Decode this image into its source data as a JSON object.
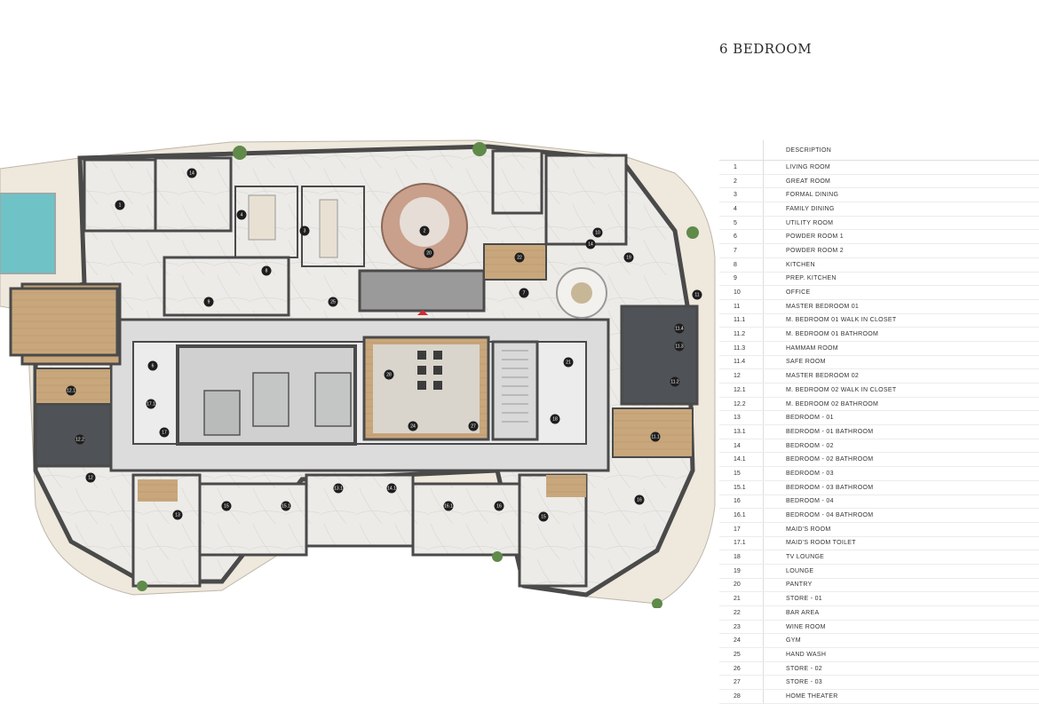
{
  "title": "6 BEDROOM",
  "legend": {
    "header": "DESCRIPTION",
    "items": [
      {
        "num": "1",
        "desc": "LIVING ROOM"
      },
      {
        "num": "2",
        "desc": "GREAT ROOM"
      },
      {
        "num": "3",
        "desc": "FORMAL DINING"
      },
      {
        "num": "4",
        "desc": "FAMILY DINING"
      },
      {
        "num": "5",
        "desc": "UTILITY ROOM"
      },
      {
        "num": "6",
        "desc": "POWDER ROOM 1"
      },
      {
        "num": "7",
        "desc": "POWDER ROOM 2"
      },
      {
        "num": "8",
        "desc": "KITCHEN"
      },
      {
        "num": "9",
        "desc": "PREP. KITCHEN"
      },
      {
        "num": "10",
        "desc": "OFFICE"
      },
      {
        "num": "11",
        "desc": "MASTER BEDROOM 01"
      },
      {
        "num": "11.1",
        "desc": "M. BEDROOM 01 WALK IN CLOSET"
      },
      {
        "num": "11.2",
        "desc": "M. BEDROOM 01 BATHROOM"
      },
      {
        "num": "11.3",
        "desc": "HAMMAM ROOM"
      },
      {
        "num": "11.4",
        "desc": "SAFE ROOM"
      },
      {
        "num": "12",
        "desc": "MASTER BEDROOM 02"
      },
      {
        "num": "12.1",
        "desc": "M. BEDROOM 02 WALK IN CLOSET"
      },
      {
        "num": "12.2",
        "desc": "M. BEDROOM 02 BATHROOM"
      },
      {
        "num": "13",
        "desc": "BEDROOM - 01"
      },
      {
        "num": "13.1",
        "desc": "BEDROOM - 01 BATHROOM"
      },
      {
        "num": "14",
        "desc": "BEDROOM - 02"
      },
      {
        "num": "14.1",
        "desc": "BEDROOM - 02 BATHROOM"
      },
      {
        "num": "15",
        "desc": "BEDROOM - 03"
      },
      {
        "num": "15.1",
        "desc": "BEDROOM - 03 BATHROOM"
      },
      {
        "num": "16",
        "desc": "BEDROOM - 04"
      },
      {
        "num": "16.1",
        "desc": "BEDROOM - 04 BATHROOM"
      },
      {
        "num": "17",
        "desc": "MAID'S ROOM"
      },
      {
        "num": "17.1",
        "desc": "MAID'S ROOM TOILET"
      },
      {
        "num": "18",
        "desc": "TV LOUNGE"
      },
      {
        "num": "19",
        "desc": "LOUNGE"
      },
      {
        "num": "20",
        "desc": "PANTRY"
      },
      {
        "num": "21",
        "desc": "STORE - 01"
      },
      {
        "num": "22",
        "desc": "BAR AREA"
      },
      {
        "num": "23",
        "desc": "WINE ROOM"
      },
      {
        "num": "24",
        "desc": "GYM"
      },
      {
        "num": "25",
        "desc": "HAND WASH"
      },
      {
        "num": "26",
        "desc": "STORE - 02"
      },
      {
        "num": "27",
        "desc": "STORE - 03"
      },
      {
        "num": "28",
        "desc": "HOME THEATER"
      }
    ]
  },
  "plan": {
    "room_tags": [
      "1",
      "14",
      "4",
      "3",
      "2",
      "22",
      "14",
      "8",
      "9",
      "25",
      "20",
      "7",
      "10",
      "11",
      "19",
      "12",
      "12.1",
      "12.2",
      "6",
      "17.1",
      "17",
      "28",
      "24",
      "27",
      "21",
      "18",
      "11.4",
      "11.3",
      "11.2",
      "11.1",
      "13",
      "15",
      "15.1",
      "13.1",
      "14.1",
      "16.1",
      "16",
      "15",
      "16"
    ],
    "colors": {
      "wall": "#4a4a4a",
      "marble": "#ecebe8",
      "corridor": "#dcdcdc",
      "wood": "#c9a77c",
      "pool": "#6fc3c7",
      "terrace": "#efe8dc",
      "dark_tile": "#4f5256",
      "tag": "#1e1e1e"
    }
  }
}
